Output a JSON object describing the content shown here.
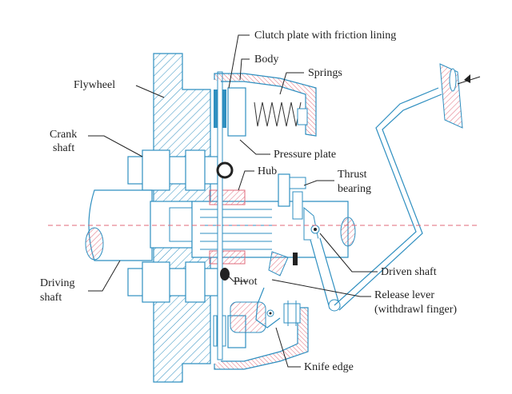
{
  "colors": {
    "metal_outline": "#2f8fc0",
    "friction_lining": "#1a6fb3",
    "hub_hatch": "#e06a7a",
    "center_line": "#e06a7a",
    "leader_lines": "#222222"
  },
  "labels": {
    "clutch_plate": "Clutch plate with friction lining",
    "body": "Body",
    "springs": "Springs",
    "flywheel": "Flywheel",
    "crank_shaft_1": "Crank",
    "crank_shaft_2": "shaft",
    "pressure_plate": "Pressure plate",
    "hub": "Hub",
    "thrust_bearing_1": "Thrust",
    "thrust_bearing_2": "bearing",
    "driven_shaft": "Driven shaft",
    "driving_shaft_1": "Driving",
    "driving_shaft_2": "shaft",
    "pivot": "Pivot",
    "release_lever_1": "Release lever",
    "release_lever_2": "(withdrawl finger)",
    "knife_edge": "Knife edge"
  }
}
